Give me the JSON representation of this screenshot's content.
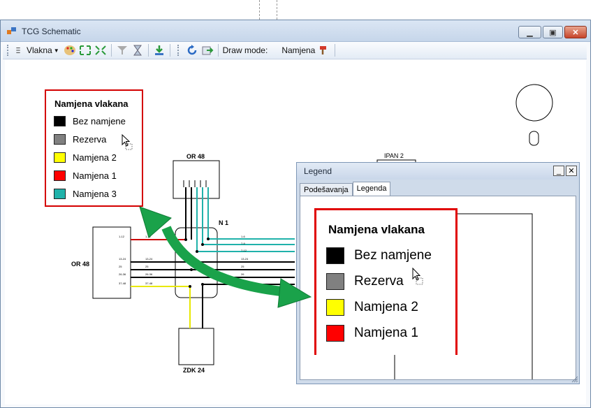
{
  "window": {
    "title": "TCG Schematic"
  },
  "toolbar": {
    "vlakna_label": "Vlakna",
    "draw_mode_label": "Draw mode:",
    "namjena_label": "Namjena"
  },
  "legend": {
    "title": "Namjena vlakana",
    "items": [
      {
        "label": "Bez namjene",
        "color": "#000000"
      },
      {
        "label": "Rezerva",
        "color": "#808080"
      },
      {
        "label": "Namjena 2",
        "color": "#ffff00"
      },
      {
        "label": "Namjena 1",
        "color": "#ff0000"
      },
      {
        "label": "Namjena 3",
        "color": "#20b2aa"
      }
    ]
  },
  "schematic": {
    "box_top": "OR 48",
    "box_left": "OR 48",
    "box_bottom": "ZDK 24",
    "node": "N 1",
    "box_right": "IPAN 2"
  },
  "dialog": {
    "title": "Legend",
    "tabs": [
      {
        "label": "Podešavanja"
      },
      {
        "label": "Legenda"
      }
    ],
    "active_tab": "Legenda"
  },
  "colors": {
    "arrow": "#1aa24a",
    "legend_border": "#e00000"
  }
}
